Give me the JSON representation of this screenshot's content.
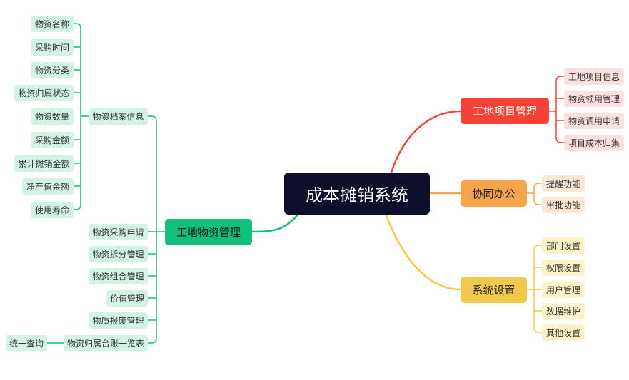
{
  "root": "成本摊销系统",
  "right": {
    "project": {
      "label": "工地项目管理",
      "children": [
        "工地项目信息",
        "物资领用管理",
        "物资调用申请",
        "项目成本归集"
      ]
    },
    "office": {
      "label": "协同办公",
      "children": [
        "提醒功能",
        "审批功能"
      ]
    },
    "settings": {
      "label": "系统设置",
      "children": [
        "部门设置",
        "权限设置",
        "用户管理",
        "数据维护",
        "其他设置"
      ]
    }
  },
  "left": {
    "label": "工地物资管理",
    "archive": {
      "label": "物资档案信息",
      "children": [
        "物资名称",
        "采购时间",
        "物资分类",
        "物资归属状态",
        "物资数量",
        "采购金额",
        "累计摊销金额",
        "净产值金额",
        "使用寿命"
      ]
    },
    "items": [
      "物资采购申请",
      "物资拆分管理",
      "物资组合管理",
      "价值管理",
      "物质报废管理",
      "物资归属台账一览表"
    ],
    "ledger_child": "统一查询"
  },
  "colors": {
    "red": "#f44336",
    "orange": "#f7a54a",
    "yellow": "#f2c94c",
    "green": "#0fbf7a",
    "root": "#0d0f2b"
  }
}
